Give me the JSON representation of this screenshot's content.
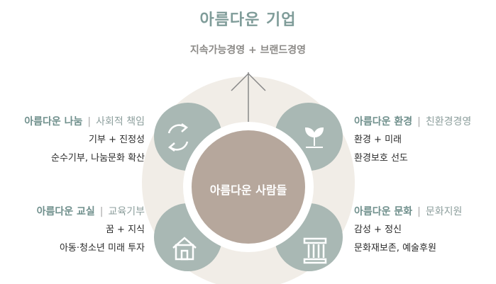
{
  "title": "아름다운 기업",
  "subtitle": "지속가능경영 + 브랜드경영",
  "center": "아름다운 사람들",
  "quadrants": {
    "top_left": {
      "name": "아름다운 나눔",
      "tag": "사회적 책임",
      "line1": "기부 + 진정성",
      "line2": "순수기부, 나눔문화 확산",
      "icon": "recycle-arrows"
    },
    "bottom_left": {
      "name": "아름다운 교실",
      "tag": "교육기부",
      "line1": "꿈 + 지식",
      "line2": "아동·청소년 미래 투자",
      "icon": "house"
    },
    "top_right": {
      "name": "아름다운 환경",
      "tag": "친환경경영",
      "line1": "환경 + 미래",
      "line2": "환경보호 선도",
      "icon": "sprout"
    },
    "bottom_right": {
      "name": "아름다운 문화",
      "tag": "문화지원",
      "line1": "감성 + 정신",
      "line2": "문화재보존, 예술후원",
      "icon": "column-pillar"
    }
  },
  "colors": {
    "accent": "#7f9c99",
    "circle": "#a9b8b4",
    "center": "#b6a79c",
    "backdrop": "#f1ede7"
  }
}
